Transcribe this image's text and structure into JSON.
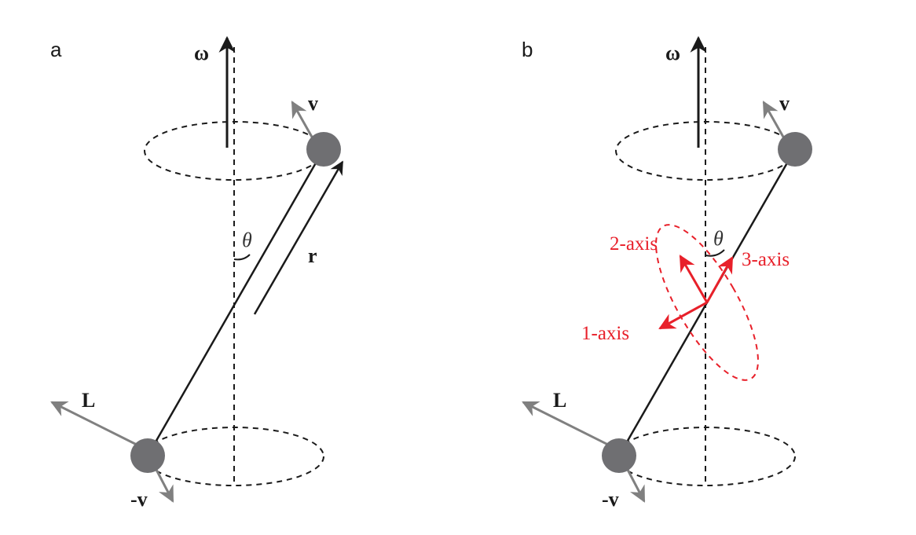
{
  "colors": {
    "black": "#1a1a1a",
    "gray": "#808080",
    "mass": "#6f6f72",
    "red": "#e8202a"
  },
  "panels": [
    {
      "label": "a",
      "omega": "ω",
      "v_top": "v",
      "v_bottom": "-v",
      "r": "r",
      "theta": "θ",
      "L": "L"
    },
    {
      "label": "b",
      "omega": "ω",
      "v_top": "v",
      "v_bottom": "-v",
      "theta": "θ",
      "L": "L",
      "axes": {
        "axis1": "1-axis",
        "axis2": "2-axis",
        "axis3": "3-axis"
      }
    }
  ]
}
